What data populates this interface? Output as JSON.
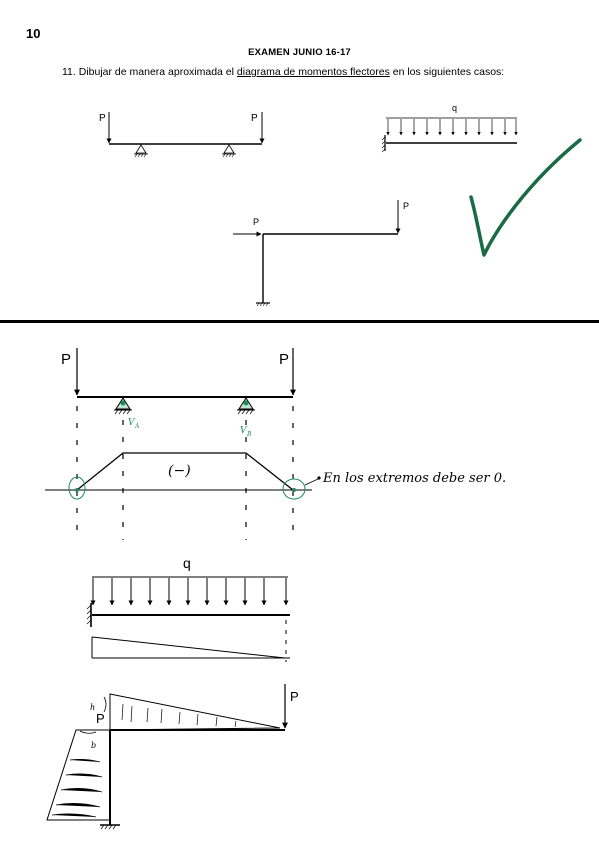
{
  "page_number": "10",
  "exam_title": "EXAMEN JUNIO 16-17",
  "question": {
    "prefix": "11. Dibujar de manera aproximada el ",
    "underlined": "diagrama de momentos flectores",
    "suffix": " en los siguientes casos:"
  },
  "labels": {
    "force_p": "P",
    "load_q": "q",
    "support_a": "V",
    "support_a_sub": "A",
    "support_b": "V",
    "support_b_sub": "B",
    "moment_sign": "(−)",
    "note": "En los extremos debe ser 0.",
    "h_mark": "h",
    "b_mark": "b"
  },
  "colors": {
    "ink": "#000000",
    "checkmark": "#1a6b45",
    "annotation": "#1f8a5a"
  }
}
